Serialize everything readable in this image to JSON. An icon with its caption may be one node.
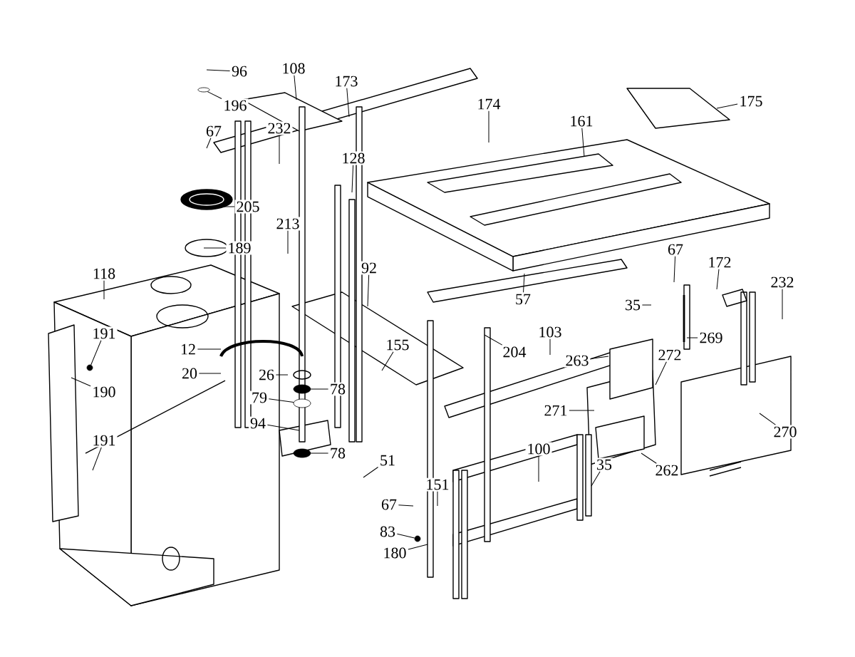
{
  "diagram": {
    "nodes": [
      {
        "text": [
          "96"
        ]
      },
      {
        "text": [
          "108"
        ]
      },
      {
        "text": [
          "173"
        ]
      },
      {
        "text": [
          "196"
        ]
      },
      {
        "text": [
          "174"
        ]
      },
      {
        "text": [
          "175"
        ]
      },
      {
        "text": [
          "161"
        ]
      },
      {
        "text": [
          "67"
        ]
      },
      {
        "text": [
          "232"
        ]
      },
      {
        "text": [
          "128"
        ]
      },
      {
        "text": [
          "205"
        ]
      },
      {
        "text": [
          "213"
        ]
      },
      {
        "text": [
          "189"
        ]
      },
      {
        "text": [
          "67"
        ]
      },
      {
        "text": [
          "172"
        ]
      },
      {
        "text": [
          "92"
        ]
      },
      {
        "text": [
          "118"
        ]
      },
      {
        "text": [
          "232"
        ]
      },
      {
        "text": [
          "57"
        ]
      },
      {
        "text": [
          "35"
        ]
      },
      {
        "text": [
          "191"
        ]
      },
      {
        "text": [
          "103"
        ]
      },
      {
        "text": [
          "269"
        ]
      },
      {
        "text": [
          "155"
        ]
      },
      {
        "text": [
          "12"
        ]
      },
      {
        "text": [
          "204"
        ]
      },
      {
        "text": [
          "272"
        ]
      },
      {
        "text": [
          "263"
        ]
      },
      {
        "text": [
          "20"
        ]
      },
      {
        "text": [
          "26"
        ]
      },
      {
        "text": [
          "78"
        ]
      },
      {
        "text": [
          "190"
        ]
      },
      {
        "text": [
          "79"
        ]
      },
      {
        "text": [
          "271"
        ]
      },
      {
        "text": [
          "94"
        ]
      },
      {
        "text": [
          "270"
        ]
      },
      {
        "text": [
          "191"
        ]
      },
      {
        "text": [
          "100"
        ]
      },
      {
        "text": [
          "78"
        ]
      },
      {
        "text": [
          "51"
        ]
      },
      {
        "text": [
          "35"
        ]
      },
      {
        "text": [
          "262"
        ]
      },
      {
        "text": [
          "151"
        ]
      },
      {
        "text": [
          "67"
        ]
      },
      {
        "text": [
          "83"
        ]
      },
      {
        "text": [
          "180"
        ]
      },
      {
        "text": [],
        "shape": "circle"
      },
      {
        "text": [],
        "shape": "circle"
      },
      {
        "text": [],
        "shape": "circle"
      },
      {
        "text": [],
        "shape": "circle"
      },
      {
        "text": [],
        "shape": "circle"
      },
      {
        "text": [],
        "shape": "circle"
      }
    ],
    "edges": [
      {
        "from": 0,
        "to": null,
        "arrow": "none"
      },
      {
        "from": 1,
        "to": null,
        "arrow": "none"
      },
      {
        "from": 2,
        "to": null,
        "arrow": "none"
      },
      {
        "from": 3,
        "to": 46,
        "arrow": "none"
      },
      {
        "from": 4,
        "to": null,
        "arrow": "none"
      },
      {
        "from": 5,
        "to": null,
        "arrow": "none"
      },
      {
        "from": 6,
        "to": null,
        "arrow": "none"
      },
      {
        "from": 7,
        "to": null,
        "arrow": "none"
      },
      {
        "from": 8,
        "to": null,
        "arrow": "none"
      },
      {
        "from": 9,
        "to": null,
        "arrow": "none"
      },
      {
        "from": 10,
        "to": null,
        "arrow": "none"
      },
      {
        "from": 11,
        "to": null,
        "arrow": "none"
      },
      {
        "from": 12,
        "to": null,
        "arrow": "none"
      },
      {
        "from": 13,
        "to": null,
        "arrow": "none"
      },
      {
        "from": 14,
        "to": null,
        "arrow": "none"
      },
      {
        "from": 15,
        "to": null,
        "arrow": "none"
      },
      {
        "from": 16,
        "to": null,
        "arrow": "none"
      },
      {
        "from": 17,
        "to": null,
        "arrow": "none"
      },
      {
        "from": 18,
        "to": null,
        "arrow": "none"
      },
      {
        "from": 19,
        "to": null,
        "arrow": "none"
      },
      {
        "from": 20,
        "to": 47,
        "arrow": "none"
      },
      {
        "from": 21,
        "to": null,
        "arrow": "none"
      },
      {
        "from": 22,
        "to": null,
        "arrow": "none"
      },
      {
        "from": 23,
        "to": null,
        "arrow": "none"
      },
      {
        "from": 24,
        "to": null,
        "arrow": "none"
      },
      {
        "from": 25,
        "to": null,
        "arrow": "none"
      },
      {
        "from": 26,
        "to": null,
        "arrow": "none"
      },
      {
        "from": 27,
        "to": null,
        "arrow": "none"
      },
      {
        "from": 28,
        "to": null,
        "arrow": "none"
      },
      {
        "from": 29,
        "to": null,
        "arrow": "none"
      },
      {
        "from": 30,
        "to": 48,
        "arrow": "none"
      },
      {
        "from": 31,
        "to": null,
        "arrow": "none"
      },
      {
        "from": 32,
        "to": 49,
        "arrow": "none"
      },
      {
        "from": 33,
        "to": null,
        "arrow": "none"
      },
      {
        "from": 34,
        "to": null,
        "arrow": "none"
      },
      {
        "from": 35,
        "to": null,
        "arrow": "none"
      },
      {
        "from": 36,
        "to": null,
        "arrow": "none"
      },
      {
        "from": 37,
        "to": null,
        "arrow": "none"
      },
      {
        "from": 38,
        "to": 50,
        "arrow": "none"
      },
      {
        "from": 39,
        "to": null,
        "arrow": "none"
      },
      {
        "from": 40,
        "to": null,
        "arrow": "none"
      },
      {
        "from": 41,
        "to": null,
        "arrow": "none"
      },
      {
        "from": 42,
        "to": null,
        "arrow": "none"
      },
      {
        "from": 43,
        "to": null,
        "arrow": "none"
      },
      {
        "from": 44,
        "to": 51,
        "arrow": "none"
      },
      {
        "from": 45,
        "to": null,
        "arrow": "none"
      }
    ]
  }
}
